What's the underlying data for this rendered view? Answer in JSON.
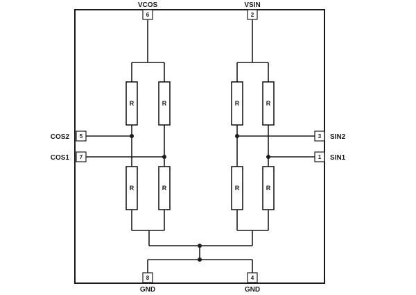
{
  "pins": {
    "vcos": {
      "name": "VCOS",
      "num": "6"
    },
    "vsin": {
      "name": "VSIN",
      "num": "2"
    },
    "cos2": {
      "name": "COS2",
      "num": "5"
    },
    "cos1": {
      "name": "COS1",
      "num": "7"
    },
    "sin2": {
      "name": "SIN2",
      "num": "3"
    },
    "sin1": {
      "name": "SIN1",
      "num": "1"
    },
    "gnd_left": {
      "name": "GND",
      "num": "8"
    },
    "gnd_right": {
      "name": "GND",
      "num": "4"
    }
  },
  "resistors": {
    "r1": "R",
    "r2": "R",
    "r3": "R",
    "r4": "R",
    "r5": "R",
    "r6": "R",
    "r7": "R",
    "r8": "R"
  }
}
